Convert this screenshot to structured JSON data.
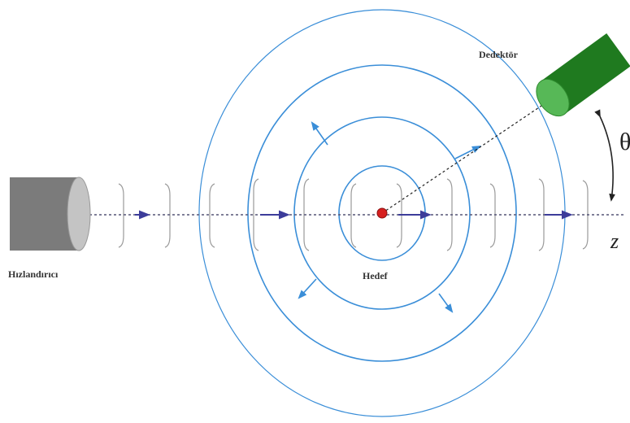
{
  "labels": {
    "accelerator": "Hızlandırıcı",
    "target": "Hedef",
    "detector": "Dedektör",
    "angle": "θ",
    "axis": "z"
  },
  "colors": {
    "accelerator_body": "#7b7b7b",
    "accelerator_face": "#c4c4c4",
    "detector_body": "#1f7a1f",
    "detector_face": "#57b857",
    "target": "#d62020",
    "wave_rings": "#3a8ed8",
    "beam_line": "#555577",
    "beam_arrows": "#3c3c9a",
    "wavefronts": "#9a9a9a"
  },
  "icons": {
    "accelerator": "gray-cylinder",
    "detector": "green-cylinder"
  }
}
